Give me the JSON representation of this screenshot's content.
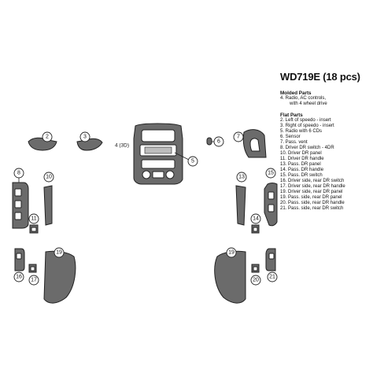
{
  "title": "WD719E (18 pcs)",
  "colors": {
    "part_fill": "#6b6b6b",
    "outline": "#222222",
    "background": "#ffffff"
  },
  "legend": {
    "molded_heading": "Molded Parts",
    "molded_items": [
      {
        "text": "4. Radio, AC controls,"
      },
      {
        "text": "with 4 wheel drive",
        "indent": true
      }
    ],
    "flat_heading": "Flat Parts",
    "flat_items": [
      {
        "text": "2. Left of speedo - insert"
      },
      {
        "text": "3. Right of speedo - insert"
      },
      {
        "text": "5. Radio with 6 CDs"
      },
      {
        "text": "6. Sensor"
      },
      {
        "text": "7. Pass. vent"
      },
      {
        "text": "8. Driver DR switch - 4DR"
      },
      {
        "text": "10. Driver DR panel"
      },
      {
        "text": "11. Driver DR handle"
      },
      {
        "text": "13. Pass. DR panel"
      },
      {
        "text": "14. Pass. DR handle"
      },
      {
        "text": "15. Pass. DR switch"
      },
      {
        "text": "16. Driver side, rear DR switch"
      },
      {
        "text": "17. Driver side, rear DR handle"
      },
      {
        "text": "19. Driver side, rear DR panel"
      },
      {
        "text": "19. Pass. side, rear DR panel"
      },
      {
        "text": "20. Pass. side, rear DR handle"
      },
      {
        "text": "21. Pass. side, rear DR switch"
      }
    ]
  },
  "callouts": {
    "c2": "2",
    "c3": "3",
    "c4": "4 (3D)",
    "c5": "5",
    "c6": "6",
    "c7": "7",
    "c8": "8",
    "c10": "10",
    "c11": "11",
    "c13": "13",
    "c14": "14",
    "c15": "15",
    "c16": "16",
    "c17": "17",
    "c19a": "19",
    "c19b": "19",
    "c20": "20",
    "c21": "21"
  }
}
